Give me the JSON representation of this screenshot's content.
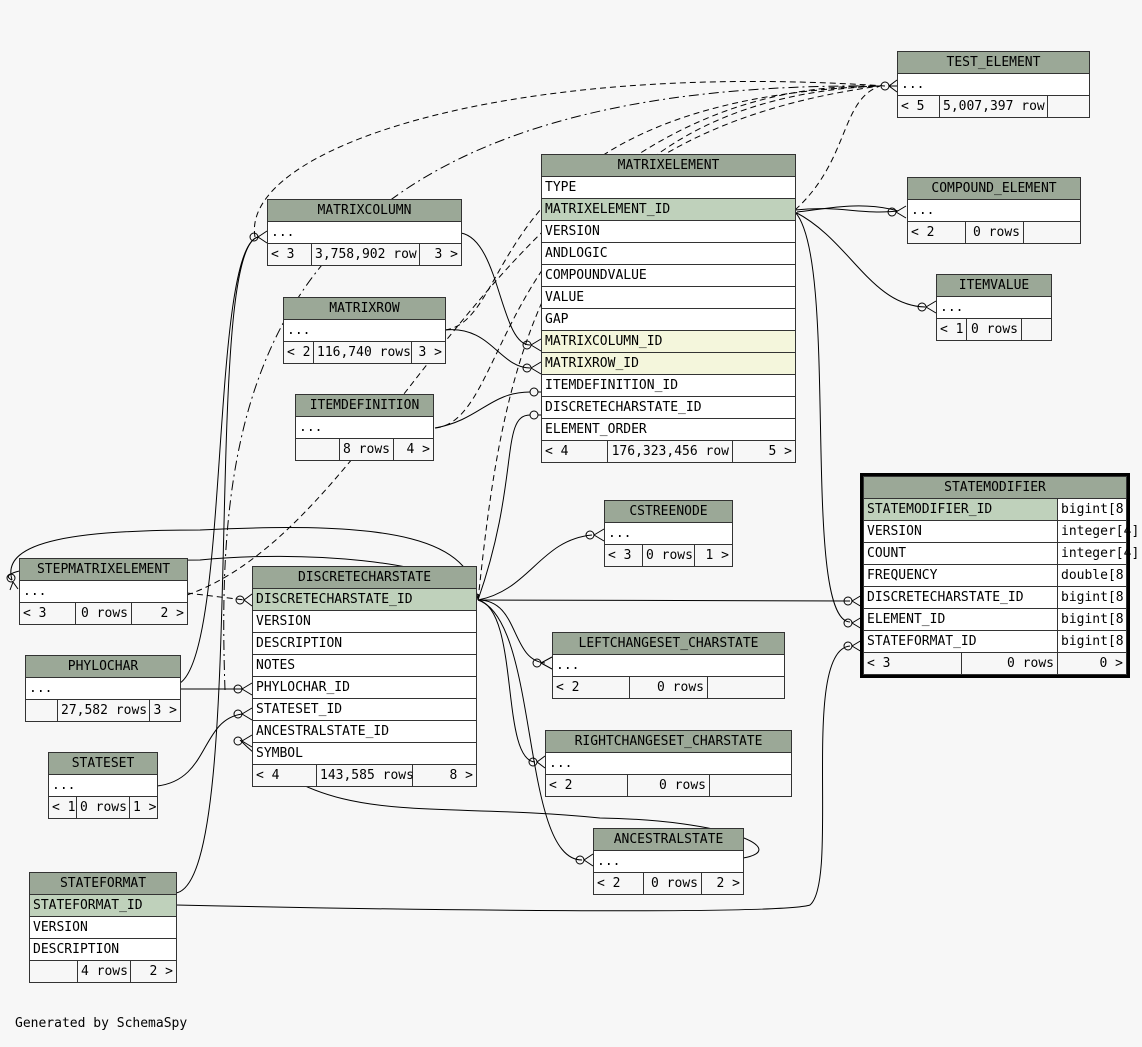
{
  "footer": "Generated by SchemaSpy",
  "colors": {
    "header": "#9ba897",
    "primary_key": "#bfd1bb",
    "foreign_key": "#f4f6dc",
    "background": "#f7f7f7"
  },
  "tables": {
    "test_element": {
      "name": "TEST_ELEMENT",
      "cols": [
        "..."
      ],
      "foot": [
        "< 5",
        "5,007,397 row",
        ""
      ]
    },
    "matrixelement": {
      "name": "MATRIXELEMENT",
      "cols": [
        "TYPE",
        "MATRIXELEMENT_ID",
        "VERSION",
        "ANDLOGIC",
        "COMPOUNDVALUE",
        "VALUE",
        "GAP",
        "MATRIXCOLUMN_ID",
        "MATRIXROW_ID",
        "ITEMDEFINITION_ID",
        "DISCRETECHARSTATE_ID",
        "ELEMENT_ORDER"
      ],
      "foot": [
        "< 4",
        "176,323,456 row",
        "5 >"
      ]
    },
    "compound_element": {
      "name": "COMPOUND_ELEMENT",
      "cols": [
        "..."
      ],
      "foot": [
        "< 2",
        "0 rows",
        ""
      ]
    },
    "itemvalue": {
      "name": "ITEMVALUE",
      "cols": [
        "..."
      ],
      "foot": [
        "< 1",
        "0 rows",
        ""
      ]
    },
    "matrixcolumn": {
      "name": "MATRIXCOLUMN",
      "cols": [
        "..."
      ],
      "foot": [
        "< 3",
        "3,758,902 row",
        "3 >"
      ]
    },
    "matrixrow": {
      "name": "MATRIXROW",
      "cols": [
        "..."
      ],
      "foot": [
        "< 2",
        "116,740 rows",
        "3 >"
      ]
    },
    "itemdefinition": {
      "name": "ITEMDEFINITION",
      "cols": [
        "..."
      ],
      "foot": [
        "",
        "8 rows",
        "4 >"
      ]
    },
    "statemodifier": {
      "name": "STATEMODIFIER",
      "cols": [
        [
          "STATEMODIFIER_ID",
          "bigint[8"
        ],
        [
          "VERSION",
          "integer[4]"
        ],
        [
          "COUNT",
          "integer[4]"
        ],
        [
          "FREQUENCY",
          "double[8"
        ],
        [
          "DISCRETECHARSTATE_ID",
          "bigint[8"
        ],
        [
          "ELEMENT_ID",
          "bigint[8"
        ],
        [
          "STATEFORMAT_ID",
          "bigint[8"
        ]
      ],
      "foot": [
        "< 3",
        "0 rows",
        "0 >"
      ]
    },
    "cstreenode": {
      "name": "CSTREENODE",
      "cols": [
        "..."
      ],
      "foot": [
        "< 3",
        "0 rows",
        "1 >"
      ]
    },
    "stepmatrixelement": {
      "name": "STEPMATRIXELEMENT",
      "cols": [
        "..."
      ],
      "foot": [
        "< 3",
        "0 rows",
        "2 >"
      ]
    },
    "discretecharstate": {
      "name": "DISCRETECHARSTATE",
      "cols": [
        "DISCRETECHARSTATE_ID",
        "VERSION",
        "DESCRIPTION",
        "NOTES",
        "PHYLOCHAR_ID",
        "STATESET_ID",
        "ANCESTRALSTATE_ID",
        "SYMBOL"
      ],
      "foot": [
        "< 4",
        "143,585 rows",
        "8 >"
      ]
    },
    "leftchangeset": {
      "name": "LEFTCHANGESET_CHARSTATE",
      "cols": [
        "..."
      ],
      "foot": [
        "< 2",
        "0 rows",
        ""
      ]
    },
    "rightchangeset": {
      "name": "RIGHTCHANGESET_CHARSTATE",
      "cols": [
        "..."
      ],
      "foot": [
        "< 2",
        "0 rows",
        ""
      ]
    },
    "phylochar": {
      "name": "PHYLOCHAR",
      "cols": [
        "..."
      ],
      "foot": [
        "",
        "27,582 rows",
        "3 >"
      ]
    },
    "stateset": {
      "name": "STATESET",
      "cols": [
        "..."
      ],
      "foot": [
        "< 1",
        "0 rows",
        "1 >"
      ]
    },
    "ancestralstate": {
      "name": "ANCESTRALSTATE",
      "cols": [
        "..."
      ],
      "foot": [
        "< 2",
        "0 rows",
        "2 >"
      ]
    },
    "stateformat": {
      "name": "STATEFORMAT",
      "cols": [
        "STATEFORMAT_ID",
        "VERSION",
        "DESCRIPTION"
      ],
      "foot": [
        "",
        "4 rows",
        "2 >"
      ]
    }
  }
}
